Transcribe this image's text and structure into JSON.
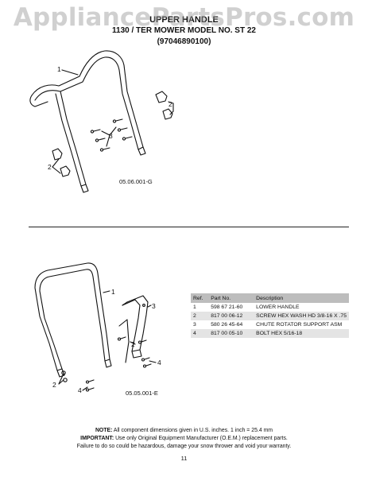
{
  "watermark": "AppliancePartsPros.com",
  "header": {
    "title": "UPPER HANDLE",
    "model_line": "1130 / TER MOWER MODEL NO. ST 22",
    "part_code": "(97046890100)"
  },
  "figure_top": {
    "callouts": [
      "1",
      "2",
      "3",
      "2"
    ],
    "code": "05.06.001-G"
  },
  "figure_bottom": {
    "callouts": [
      "1",
      "3",
      "2",
      "4",
      "2",
      "4"
    ],
    "code": "05.05.001-E"
  },
  "parts_table": {
    "headers": [
      "Ref.",
      "Part No.",
      "Description"
    ],
    "rows": [
      {
        "ref": "1",
        "part_no": "598 67 21-60",
        "description": "LOWER HANDLE"
      },
      {
        "ref": "2",
        "part_no": "817 00 06-12",
        "description": "SCREW HEX WASH HD 3/8-16 X .75"
      },
      {
        "ref": "3",
        "part_no": "580 26 45-64",
        "description": "CHUTE ROTATOR SUPPORT ASM"
      },
      {
        "ref": "4",
        "part_no": "817 00 05-10",
        "description": "BOLT HEX 5/16-18"
      }
    ]
  },
  "notes": {
    "note_label": "NOTE:",
    "note_text": "All component dimensions given in U.S. inches.    1 inch = 25.4 mm",
    "important_label": "IMPORTANT:",
    "important_text": "Use only Original Equipment Manufacturer (O.E.M.) replacement parts.",
    "warning_text": "Failure to do so could be hazardous, damage your snow thrower and void your warranty."
  },
  "page_number": "11"
}
